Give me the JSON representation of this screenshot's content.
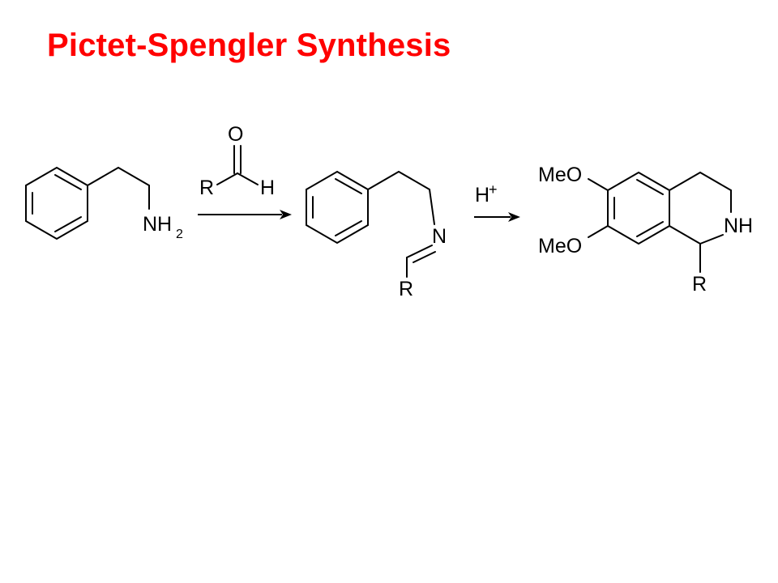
{
  "slide": {
    "title": "Pictet-Spengler Synthesis",
    "title_color": "#FF0000"
  },
  "scheme": {
    "reactant": {
      "amine_label": "NH",
      "amine_subscript": "2"
    },
    "aldehyde": {
      "oxygen": "O",
      "r_group": "R",
      "hydrogen": "H"
    },
    "imine": {
      "nitrogen": "N",
      "r_group": "R"
    },
    "cyclization_reagent": {
      "symbol": "H",
      "charge": "+"
    },
    "product": {
      "methoxy_top": "MeO",
      "methoxy_bottom": "MeO",
      "amine": "NH",
      "r_group": "R"
    }
  }
}
